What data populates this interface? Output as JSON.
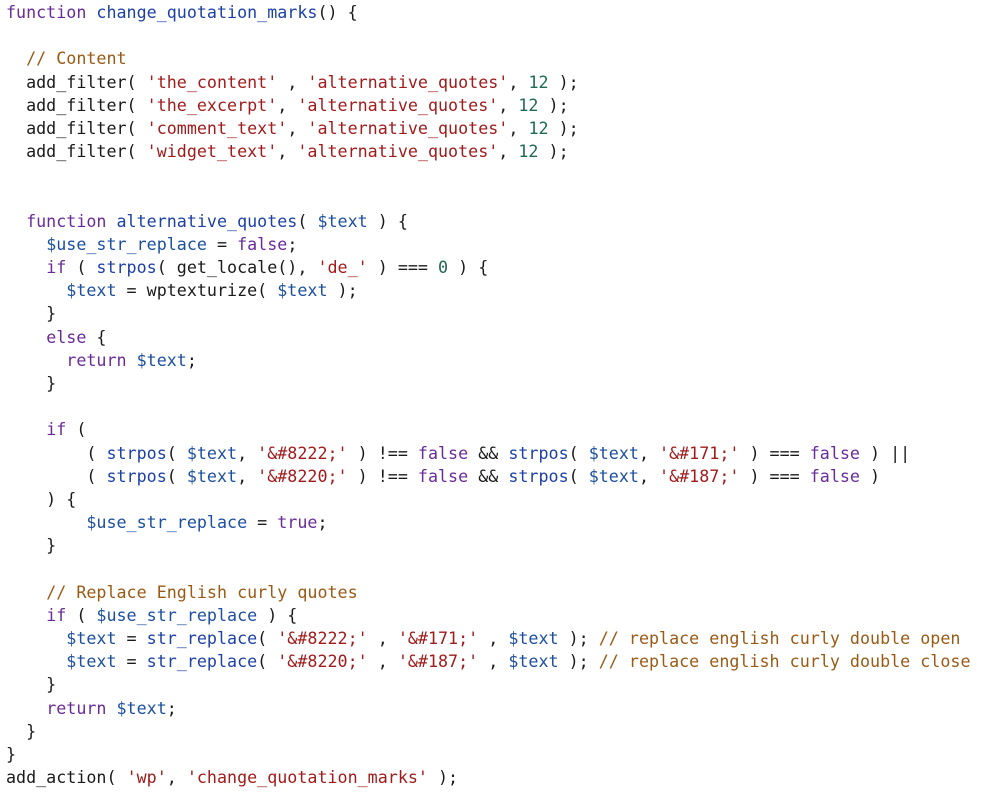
{
  "theme": {
    "background": "#ffffff",
    "keyword": "#6a2b9a",
    "function_name": "#1c40a6",
    "variable": "#1c4fa0",
    "string": "#a11b1b",
    "number": "#1e6b52",
    "comment": "#9a5a14",
    "plain": "#1a1a1a"
  },
  "code": {
    "lines": [
      [
        [
          "keyword",
          "function"
        ],
        [
          "plain",
          " "
        ],
        [
          "func",
          "change_quotation_marks"
        ],
        [
          "plain",
          "() {"
        ]
      ],
      [],
      [
        [
          "plain",
          "  "
        ],
        [
          "comment",
          "// Content"
        ]
      ],
      [
        [
          "plain",
          "  add_filter( "
        ],
        [
          "string",
          "'the_content'"
        ],
        [
          "plain",
          " , "
        ],
        [
          "string",
          "'alternative_quotes'"
        ],
        [
          "plain",
          ", "
        ],
        [
          "number",
          "12"
        ],
        [
          "plain",
          " );"
        ]
      ],
      [
        [
          "plain",
          "  add_filter( "
        ],
        [
          "string",
          "'the_excerpt'"
        ],
        [
          "plain",
          ", "
        ],
        [
          "string",
          "'alternative_quotes'"
        ],
        [
          "plain",
          ", "
        ],
        [
          "number",
          "12"
        ],
        [
          "plain",
          " );"
        ]
      ],
      [
        [
          "plain",
          "  add_filter( "
        ],
        [
          "string",
          "'comment_text'"
        ],
        [
          "plain",
          ", "
        ],
        [
          "string",
          "'alternative_quotes'"
        ],
        [
          "plain",
          ", "
        ],
        [
          "number",
          "12"
        ],
        [
          "plain",
          " );"
        ]
      ],
      [
        [
          "plain",
          "  add_filter( "
        ],
        [
          "string",
          "'widget_text'"
        ],
        [
          "plain",
          ", "
        ],
        [
          "string",
          "'alternative_quotes'"
        ],
        [
          "plain",
          ", "
        ],
        [
          "number",
          "12"
        ],
        [
          "plain",
          " );"
        ]
      ],
      [],
      [],
      [
        [
          "plain",
          "  "
        ],
        [
          "keyword",
          "function"
        ],
        [
          "plain",
          " "
        ],
        [
          "func",
          "alternative_quotes"
        ],
        [
          "plain",
          "( "
        ],
        [
          "var",
          "$text"
        ],
        [
          "plain",
          " ) {"
        ]
      ],
      [
        [
          "plain",
          "    "
        ],
        [
          "var",
          "$use_str_replace"
        ],
        [
          "plain",
          " = "
        ],
        [
          "keyword",
          "false"
        ],
        [
          "plain",
          ";"
        ]
      ],
      [
        [
          "plain",
          "    "
        ],
        [
          "keyword",
          "if"
        ],
        [
          "plain",
          " ( "
        ],
        [
          "func",
          "strpos"
        ],
        [
          "plain",
          "( get_locale(), "
        ],
        [
          "string",
          "'de_'"
        ],
        [
          "plain",
          " ) === "
        ],
        [
          "number",
          "0"
        ],
        [
          "plain",
          " ) {"
        ]
      ],
      [
        [
          "plain",
          "      "
        ],
        [
          "var",
          "$text"
        ],
        [
          "plain",
          " = wptexturize( "
        ],
        [
          "var",
          "$text"
        ],
        [
          "plain",
          " );"
        ]
      ],
      [
        [
          "plain",
          "    }"
        ]
      ],
      [
        [
          "plain",
          "    "
        ],
        [
          "keyword",
          "else"
        ],
        [
          "plain",
          " {"
        ]
      ],
      [
        [
          "plain",
          "      "
        ],
        [
          "keyword",
          "return"
        ],
        [
          "plain",
          " "
        ],
        [
          "var",
          "$text"
        ],
        [
          "plain",
          ";"
        ]
      ],
      [
        [
          "plain",
          "    }"
        ]
      ],
      [],
      [
        [
          "plain",
          "    "
        ],
        [
          "keyword",
          "if"
        ],
        [
          "plain",
          " ("
        ]
      ],
      [
        [
          "plain",
          "        ( "
        ],
        [
          "func",
          "strpos"
        ],
        [
          "plain",
          "( "
        ],
        [
          "var",
          "$text"
        ],
        [
          "plain",
          ", "
        ],
        [
          "string",
          "'&#8222;'"
        ],
        [
          "plain",
          " ) !== "
        ],
        [
          "keyword",
          "false"
        ],
        [
          "plain",
          " && "
        ],
        [
          "func",
          "strpos"
        ],
        [
          "plain",
          "( "
        ],
        [
          "var",
          "$text"
        ],
        [
          "plain",
          ", "
        ],
        [
          "string",
          "'&#171;'"
        ],
        [
          "plain",
          " ) === "
        ],
        [
          "keyword",
          "false"
        ],
        [
          "plain",
          " ) ||"
        ]
      ],
      [
        [
          "plain",
          "        ( "
        ],
        [
          "func",
          "strpos"
        ],
        [
          "plain",
          "( "
        ],
        [
          "var",
          "$text"
        ],
        [
          "plain",
          ", "
        ],
        [
          "string",
          "'&#8220;'"
        ],
        [
          "plain",
          " ) !== "
        ],
        [
          "keyword",
          "false"
        ],
        [
          "plain",
          " && "
        ],
        [
          "func",
          "strpos"
        ],
        [
          "plain",
          "( "
        ],
        [
          "var",
          "$text"
        ],
        [
          "plain",
          ", "
        ],
        [
          "string",
          "'&#187;'"
        ],
        [
          "plain",
          " ) === "
        ],
        [
          "keyword",
          "false"
        ],
        [
          "plain",
          " )"
        ]
      ],
      [
        [
          "plain",
          "    ) {"
        ]
      ],
      [
        [
          "plain",
          "        "
        ],
        [
          "var",
          "$use_str_replace"
        ],
        [
          "plain",
          " = "
        ],
        [
          "keyword",
          "true"
        ],
        [
          "plain",
          ";"
        ]
      ],
      [
        [
          "plain",
          "    }"
        ]
      ],
      [],
      [
        [
          "plain",
          "    "
        ],
        [
          "comment",
          "// Replace English curly quotes"
        ]
      ],
      [
        [
          "plain",
          "    "
        ],
        [
          "keyword",
          "if"
        ],
        [
          "plain",
          " ( "
        ],
        [
          "var",
          "$use_str_replace"
        ],
        [
          "plain",
          " ) {"
        ]
      ],
      [
        [
          "plain",
          "      "
        ],
        [
          "var",
          "$text"
        ],
        [
          "plain",
          " = "
        ],
        [
          "func",
          "str_replace"
        ],
        [
          "plain",
          "( "
        ],
        [
          "string",
          "'&#8222;'"
        ],
        [
          "plain",
          " , "
        ],
        [
          "string",
          "'&#171;'"
        ],
        [
          "plain",
          " , "
        ],
        [
          "var",
          "$text"
        ],
        [
          "plain",
          " ); "
        ],
        [
          "comment",
          "// replace english curly double open"
        ]
      ],
      [
        [
          "plain",
          "      "
        ],
        [
          "var",
          "$text"
        ],
        [
          "plain",
          " = "
        ],
        [
          "func",
          "str_replace"
        ],
        [
          "plain",
          "( "
        ],
        [
          "string",
          "'&#8220;'"
        ],
        [
          "plain",
          " , "
        ],
        [
          "string",
          "'&#187;'"
        ],
        [
          "plain",
          " , "
        ],
        [
          "var",
          "$text"
        ],
        [
          "plain",
          " ); "
        ],
        [
          "comment",
          "// replace english curly double close"
        ]
      ],
      [
        [
          "plain",
          "    }"
        ]
      ],
      [
        [
          "plain",
          "    "
        ],
        [
          "keyword",
          "return"
        ],
        [
          "plain",
          " "
        ],
        [
          "var",
          "$text"
        ],
        [
          "plain",
          ";"
        ]
      ],
      [
        [
          "plain",
          "  }"
        ]
      ],
      [
        [
          "plain",
          "}"
        ]
      ],
      [
        [
          "plain",
          "add_action( "
        ],
        [
          "string",
          "'wp'"
        ],
        [
          "plain",
          ", "
        ],
        [
          "string",
          "'change_quotation_marks'"
        ],
        [
          "plain",
          " );"
        ]
      ]
    ]
  }
}
